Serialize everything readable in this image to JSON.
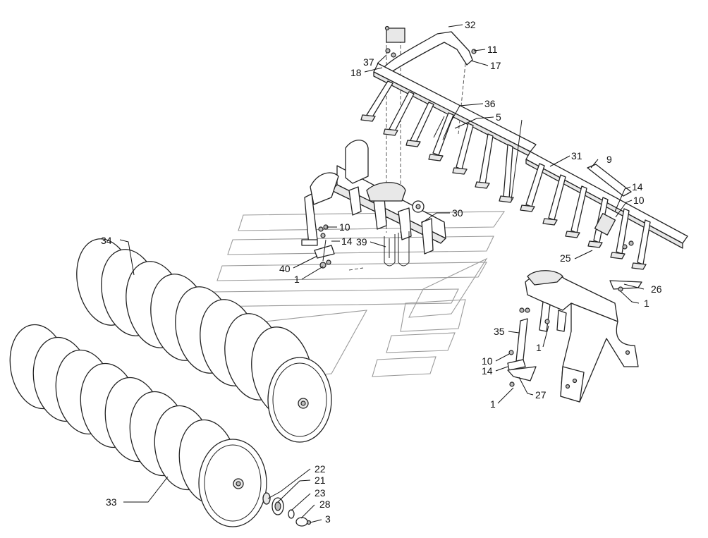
{
  "diagram": {
    "callouts": [
      {
        "id": "c32",
        "text": "32"
      },
      {
        "id": "c11",
        "text": "11"
      },
      {
        "id": "c37",
        "text": "37"
      },
      {
        "id": "c17",
        "text": "17"
      },
      {
        "id": "c18",
        "text": "18"
      },
      {
        "id": "c36",
        "text": "36"
      },
      {
        "id": "c5",
        "text": "5"
      },
      {
        "id": "c31",
        "text": "31"
      },
      {
        "id": "c9",
        "text": "9"
      },
      {
        "id": "c14a",
        "text": "14"
      },
      {
        "id": "c10a",
        "text": "10"
      },
      {
        "id": "c30",
        "text": "30"
      },
      {
        "id": "c10b",
        "text": "10"
      },
      {
        "id": "c14b",
        "text": "14"
      },
      {
        "id": "c39",
        "text": "39"
      },
      {
        "id": "c34",
        "text": "34"
      },
      {
        "id": "c25",
        "text": "25"
      },
      {
        "id": "c40",
        "text": "40"
      },
      {
        "id": "c1a",
        "text": "1"
      },
      {
        "id": "c26",
        "text": "26"
      },
      {
        "id": "c1b",
        "text": "1"
      },
      {
        "id": "c35",
        "text": "35"
      },
      {
        "id": "c1c",
        "text": "1"
      },
      {
        "id": "c10c",
        "text": "10"
      },
      {
        "id": "c14c",
        "text": "14"
      },
      {
        "id": "c27",
        "text": "27"
      },
      {
        "id": "c1d",
        "text": "1"
      },
      {
        "id": "c22",
        "text": "22"
      },
      {
        "id": "c21",
        "text": "21"
      },
      {
        "id": "c23",
        "text": "23"
      },
      {
        "id": "c28",
        "text": "28"
      },
      {
        "id": "c33",
        "text": "33"
      },
      {
        "id": "c3",
        "text": "3"
      }
    ]
  }
}
